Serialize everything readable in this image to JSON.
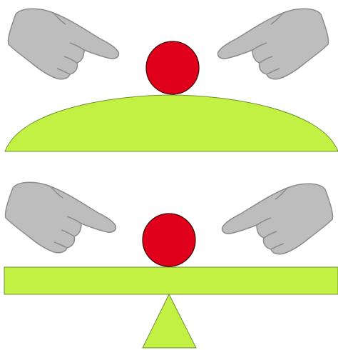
{
  "colors": {
    "background": "#ffffff",
    "hand_fill": "#bdbdbd",
    "hand_stroke": "#8c8c8c",
    "ball_fill": "#e0001b",
    "ball_stroke": "#3a0000",
    "surface_fill": "#c2f043",
    "surface_stroke": "#6f8f3a"
  },
  "icons": {
    "left_hand": "pointing-hand-right-icon",
    "right_hand": "pointing-hand-left-icon",
    "ball": "ball-icon",
    "dome": "dome-surface",
    "beam": "balance-beam",
    "fulcrum": "fulcrum-triangle"
  },
  "scenes": [
    {
      "id": "scene-top",
      "surface": "dome"
    },
    {
      "id": "scene-bottom",
      "surface": "beam-on-fulcrum"
    }
  ]
}
